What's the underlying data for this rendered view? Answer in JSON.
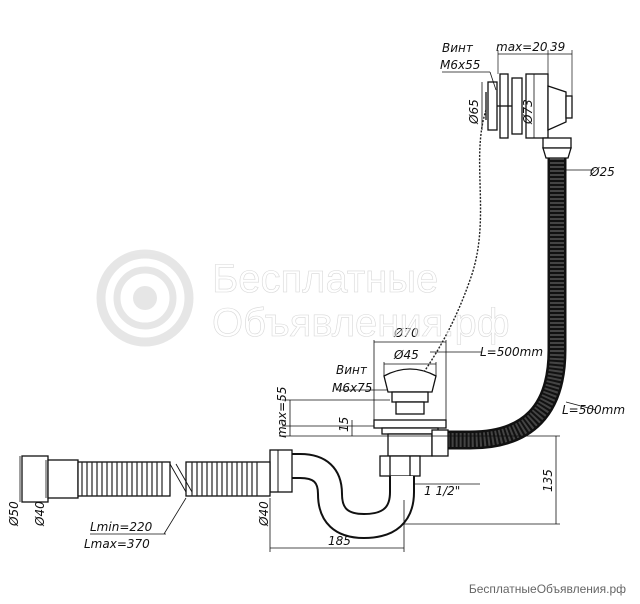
{
  "diagram": {
    "labels": {
      "screw_top": "Винт",
      "screw_top_size": "M6x55",
      "max_top": "max=20",
      "dim_39": "39",
      "dia_65": "Ø65",
      "dia_73": "Ø73",
      "dia_25": "Ø25",
      "dia_70": "Ø70",
      "dia_45": "Ø45",
      "screw_mid": "Винт",
      "screw_mid_size": "M6x75",
      "max_55": "max=55",
      "dim_15": "15",
      "chain_length": "L=500mm",
      "hose_length": "L=500mm",
      "thread": "1 1/2\"",
      "dim_135": "135",
      "dim_185": "185",
      "dia_50": "Ø50",
      "dia_40_left": "Ø40",
      "dia_40_right": "Ø40",
      "lmin": "Lmin=220",
      "lmax": "Lmax=370"
    }
  },
  "watermark": {
    "line1": "Бесплатные",
    "line2": "Объявления.рф"
  },
  "footer": {
    "site": "БесплатныеОбъявления.рф"
  }
}
